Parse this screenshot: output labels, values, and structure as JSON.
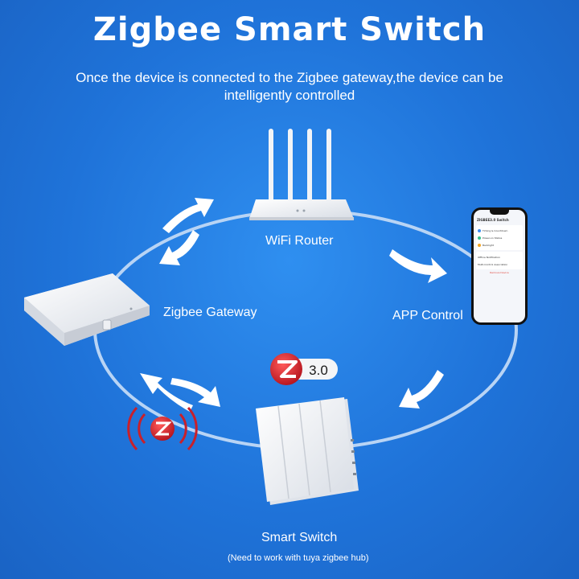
{
  "header": {
    "title": "Zigbee Smart Switch",
    "subtitle": "Once the device is connected to the Zigbee gateway,the device can be intelligently controlled"
  },
  "labels": {
    "wifi_router": "WiFi Router",
    "zigbee_gateway": "Zigbee Gateway",
    "app_control": "APP Control",
    "smart_switch": "Smart Switch",
    "smart_switch_note": "(Need to work with tuya zigbee hub)"
  },
  "zigbee_badge": {
    "version": "3.0"
  },
  "phone": {
    "screen_title": "ZIGBEE3.0 Switch",
    "rows": [
      "Timing & Countdown",
      "Power-on Status",
      "Backlight",
      "Offline Notification",
      "Multi-Control Association"
    ],
    "remove_label": "Remove Device"
  },
  "colors": {
    "background": "#2184e8",
    "ring": "#b8d4f5",
    "zigbee_red": "#d3202b",
    "arrow": "#ffffff"
  }
}
